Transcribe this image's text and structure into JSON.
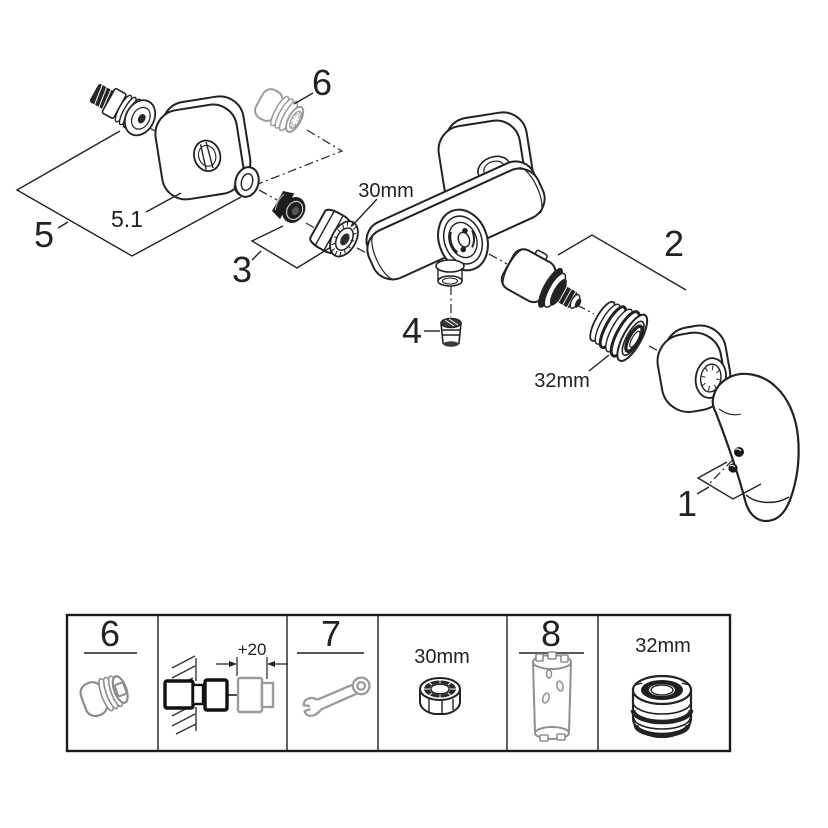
{
  "colors": {
    "background": "#ffffff",
    "ink": "#222222",
    "muted": "#9b9b9b"
  },
  "exploded_view": {
    "callouts": {
      "group_5": "5",
      "plate_5_1": "5.1",
      "extension_6": "6",
      "nuts_3": "3",
      "mousseur_4": "4",
      "cartridge_group_2": "2",
      "handle_group_1": "1"
    },
    "dimensions": {
      "union_nut": "30mm",
      "cartridge_ring": "32mm"
    }
  },
  "legend_table": {
    "cells": [
      {
        "label": "6",
        "icon": "extension-nipple-icon"
      },
      {
        "label": "+20",
        "icon": "wall-extension-diagram"
      },
      {
        "label": "7",
        "icon": "combination-wrench-icon"
      },
      {
        "label": "30mm",
        "icon": "cap-nut-icon"
      },
      {
        "label": "8",
        "icon": "cartridge-socket-icon"
      },
      {
        "label": "32mm",
        "icon": "threaded-ring-icon"
      }
    ]
  }
}
